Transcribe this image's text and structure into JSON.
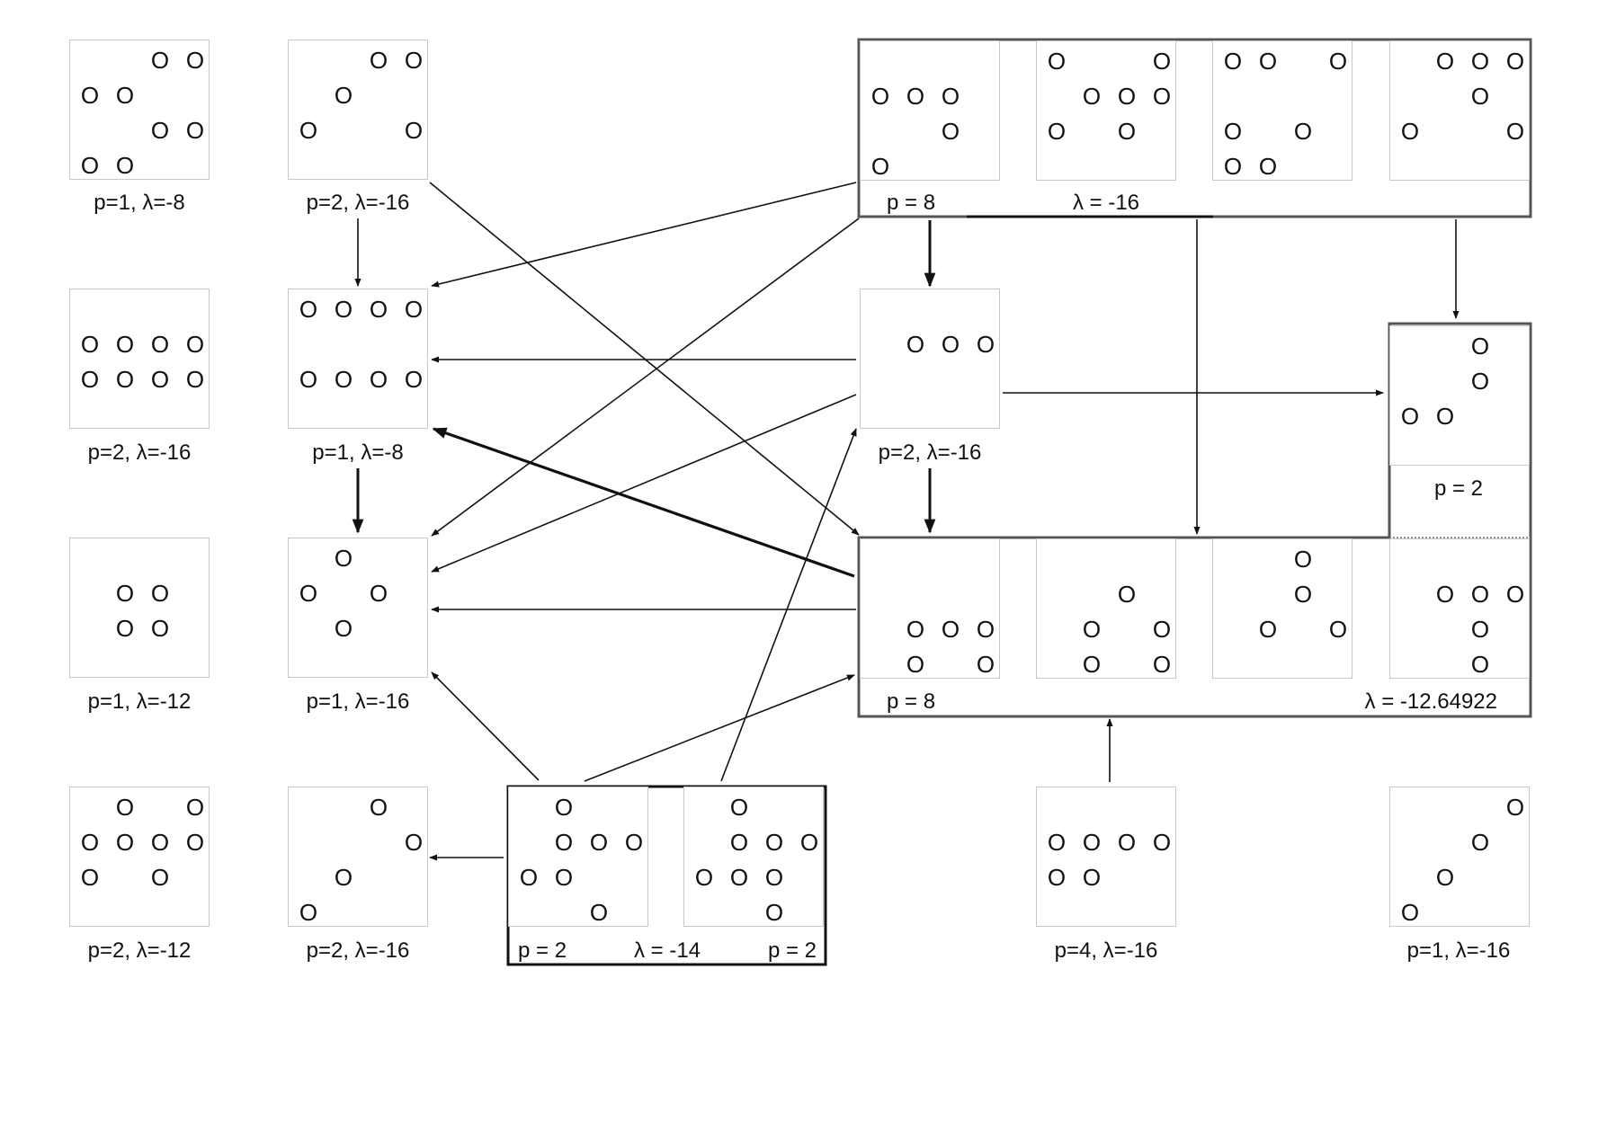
{
  "diagram": {
    "stone_glyph": "O",
    "tiles": [
      {
        "id": "t1",
        "stones": [
          [
            2,
            0
          ],
          [
            3,
            0
          ],
          [
            0,
            1
          ],
          [
            1,
            1
          ],
          [
            2,
            2
          ],
          [
            3,
            2
          ],
          [
            0,
            3
          ],
          [
            1,
            3
          ]
        ]
      },
      {
        "id": "t2",
        "stones": [
          [
            2,
            0
          ],
          [
            3,
            0
          ],
          [
            1,
            1
          ],
          [
            0,
            2
          ],
          [
            3,
            2
          ]
        ]
      },
      {
        "id": "t3",
        "stones": [
          [
            0,
            1
          ],
          [
            1,
            1
          ],
          [
            2,
            1
          ],
          [
            3,
            1
          ],
          [
            0,
            2
          ],
          [
            1,
            2
          ],
          [
            2,
            2
          ],
          [
            3,
            2
          ]
        ]
      },
      {
        "id": "t4",
        "stones": [
          [
            0,
            0
          ],
          [
            1,
            0
          ],
          [
            2,
            0
          ],
          [
            3,
            0
          ],
          [
            0,
            2
          ],
          [
            1,
            2
          ],
          [
            2,
            2
          ],
          [
            3,
            2
          ]
        ]
      },
      {
        "id": "t5",
        "stones": [
          [
            1,
            1
          ],
          [
            2,
            1
          ],
          [
            1,
            2
          ],
          [
            2,
            2
          ]
        ]
      },
      {
        "id": "t6",
        "stones": [
          [
            1,
            0
          ],
          [
            0,
            1
          ],
          [
            2,
            1
          ],
          [
            1,
            2
          ]
        ]
      },
      {
        "id": "t7",
        "stones": [
          [
            1,
            0
          ],
          [
            3,
            0
          ],
          [
            0,
            1
          ],
          [
            1,
            1
          ],
          [
            2,
            1
          ],
          [
            3,
            1
          ],
          [
            0,
            2
          ],
          [
            2,
            2
          ]
        ]
      },
      {
        "id": "t8",
        "stones": [
          [
            2,
            0
          ],
          [
            3,
            1
          ],
          [
            1,
            2
          ],
          [
            0,
            3
          ]
        ]
      },
      {
        "id": "t9",
        "stones": [
          [
            1,
            0
          ],
          [
            1,
            1
          ],
          [
            2,
            1
          ],
          [
            3,
            1
          ],
          [
            0,
            2
          ],
          [
            1,
            2
          ],
          [
            2,
            3
          ]
        ]
      },
      {
        "id": "t10",
        "stones": [
          [
            1,
            0
          ],
          [
            1,
            1
          ],
          [
            2,
            1
          ],
          [
            3,
            1
          ],
          [
            0,
            2
          ],
          [
            1,
            2
          ],
          [
            2,
            2
          ],
          [
            2,
            3
          ]
        ]
      },
      {
        "id": "t11",
        "stones": [
          [
            0,
            1
          ],
          [
            1,
            1
          ],
          [
            2,
            1
          ],
          [
            2,
            2
          ],
          [
            0,
            3
          ]
        ]
      },
      {
        "id": "t12",
        "stones": [
          [
            0,
            0
          ],
          [
            3,
            0
          ],
          [
            1,
            1
          ],
          [
            2,
            1
          ],
          [
            3,
            1
          ],
          [
            0,
            2
          ],
          [
            2,
            2
          ]
        ]
      },
      {
        "id": "t13",
        "stones": [
          [
            0,
            0
          ],
          [
            1,
            0
          ],
          [
            3,
            0
          ],
          [
            0,
            2
          ],
          [
            2,
            2
          ],
          [
            0,
            3
          ],
          [
            1,
            3
          ]
        ]
      },
      {
        "id": "t14",
        "stones": [
          [
            1,
            0
          ],
          [
            2,
            0
          ],
          [
            3,
            0
          ],
          [
            2,
            1
          ],
          [
            0,
            2
          ],
          [
            3,
            2
          ]
        ]
      },
      {
        "id": "t15",
        "stones": [
          [
            1,
            1
          ],
          [
            2,
            1
          ],
          [
            3,
            1
          ]
        ]
      },
      {
        "id": "t16",
        "stones": [
          [
            2,
            0
          ],
          [
            2,
            1
          ],
          [
            0,
            2
          ],
          [
            1,
            2
          ]
        ]
      },
      {
        "id": "t17",
        "stones": [
          [
            1,
            2
          ],
          [
            2,
            2
          ],
          [
            3,
            2
          ],
          [
            1,
            3
          ],
          [
            3,
            3
          ]
        ]
      },
      {
        "id": "t18",
        "stones": [
          [
            2,
            1
          ],
          [
            1,
            2
          ],
          [
            3,
            2
          ],
          [
            1,
            3
          ],
          [
            3,
            3
          ]
        ]
      },
      {
        "id": "t19",
        "stones": [
          [
            2,
            0
          ],
          [
            2,
            1
          ],
          [
            1,
            2
          ],
          [
            3,
            2
          ]
        ]
      },
      {
        "id": "t20",
        "stones": [
          [
            1,
            1
          ],
          [
            2,
            1
          ],
          [
            3,
            1
          ],
          [
            2,
            2
          ],
          [
            2,
            3
          ]
        ]
      },
      {
        "id": "t21",
        "stones": [
          [
            0,
            1
          ],
          [
            1,
            1
          ],
          [
            2,
            1
          ],
          [
            3,
            1
          ],
          [
            0,
            2
          ],
          [
            1,
            2
          ]
        ]
      },
      {
        "id": "t22",
        "stones": [
          [
            3,
            0
          ],
          [
            2,
            1
          ],
          [
            1,
            2
          ],
          [
            0,
            3
          ]
        ]
      }
    ],
    "labels": [
      {
        "id": "l1",
        "text": "p=1, λ=-8"
      },
      {
        "id": "l2",
        "text": "p=2, λ=-16"
      },
      {
        "id": "l3",
        "text": "p=2, λ=-16"
      },
      {
        "id": "l4",
        "text": "p=1, λ=-8"
      },
      {
        "id": "l5",
        "text": "p=1, λ=-12"
      },
      {
        "id": "l6",
        "text": "p=1, λ=-16"
      },
      {
        "id": "l7",
        "text": "p=2, λ=-12"
      },
      {
        "id": "l8",
        "text": "p=2, λ=-16"
      },
      {
        "id": "l9",
        "text": "p = 2"
      },
      {
        "id": "l10",
        "text": "λ = -14"
      },
      {
        "id": "l11",
        "text": "p = 2"
      },
      {
        "id": "l12",
        "text": "p = 8"
      },
      {
        "id": "l13",
        "text": "λ = -16"
      },
      {
        "id": "l14",
        "text": "p=2, λ=-16"
      },
      {
        "id": "l15",
        "text": "p = 2"
      },
      {
        "id": "l16",
        "text": "p = 8"
      },
      {
        "id": "l17",
        "text": "λ = -12.64922"
      },
      {
        "id": "l18",
        "text": "p=4, λ=-16"
      },
      {
        "id": "l19",
        "text": "p=1, λ=-16"
      }
    ]
  }
}
